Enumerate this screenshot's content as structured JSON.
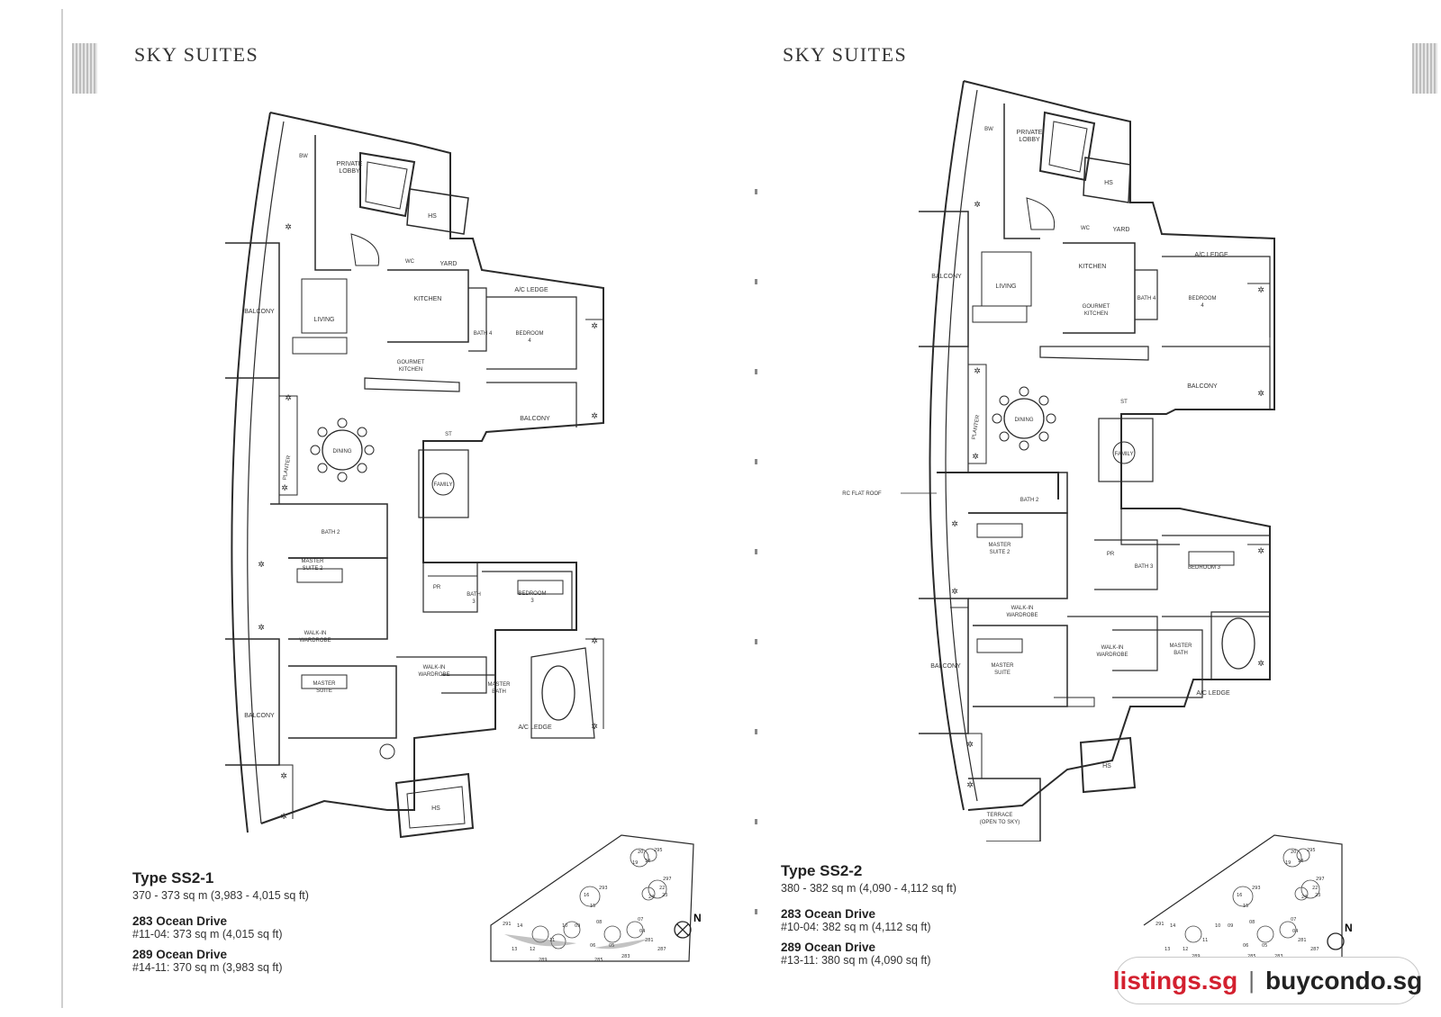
{
  "left_page": {
    "title": "SKY SUITES",
    "plan_labels": {
      "private_lobby": [
        "PRIVATE",
        "LOBBY"
      ],
      "hs": "HS",
      "bw": "BW",
      "yard": "YARD",
      "wc": "WC",
      "kitchen": "KITCHEN",
      "ac_ledge_top": "A/C LEDGE",
      "balcony_top": "BALCONY",
      "living": "LIVING",
      "gourmet_kitchen": [
        "GOURMET",
        "KITCHEN"
      ],
      "bath4": "BATH 4",
      "bedroom4": [
        "BEDROOM",
        "4"
      ],
      "balcony_right": "BALCONY",
      "planter": "PLANTER",
      "dining": "DINING",
      "st": "ST",
      "family": "FAMILY",
      "bath2": "BATH 2",
      "master_suite2": [
        "MASTER",
        "SUITE 2"
      ],
      "pr": "PR",
      "bath3": [
        "BATH",
        "3"
      ],
      "bedroom3": [
        "BEDROOM",
        "3"
      ],
      "walk_in_wardrobe": [
        "WALK-IN",
        "WARDROBE"
      ],
      "balcony_bottom": "BALCONY",
      "master_suite": [
        "MASTER",
        "SUITE"
      ],
      "master_bath": [
        "MASTER",
        "BATH"
      ],
      "ac_ledge_bottom": "A/C LEDGE",
      "hs_bottom": "HS"
    },
    "type_title": "Type SS2-1",
    "type_area": "370 - 373 sq m (3,983 - 4,015 sq ft)",
    "addresses": [
      {
        "name": "283 Ocean Drive",
        "detail": "#11-04: 373 sq m (4,015 sq ft)"
      },
      {
        "name": "289 Ocean Drive",
        "detail": "#14-11: 370 sq m (3,983 sq ft)"
      }
    ],
    "keyplan": {
      "numbers": [
        "20",
        "295",
        "19",
        "18",
        "297",
        "22",
        "23",
        "24",
        "16",
        "293",
        "15",
        "291",
        "14",
        "13",
        "12",
        "11",
        "10",
        "09",
        "08",
        "07",
        "06",
        "05",
        "04",
        "281",
        "283",
        "289",
        "285",
        "287"
      ],
      "north": "N"
    }
  },
  "right_page": {
    "title": "SKY SUITES",
    "plan_labels": {
      "private_lobby": [
        "PRIVATE",
        "LOBBY"
      ],
      "hs": "HS",
      "bw": "BW",
      "yard": "YARD",
      "wc": "WC",
      "kitchen": "KITCHEN",
      "ac_ledge_top": "A/C LEDGE",
      "balcony_top": "BALCONY",
      "living": "LIVING",
      "gourmet_kitchen": [
        "GOURMET",
        "KITCHEN"
      ],
      "bath4": "BATH 4",
      "bedroom4": [
        "BEDROOM",
        "4"
      ],
      "balcony_right": "BALCONY",
      "planter": "PLANTER",
      "dining": "DINING",
      "st": "ST",
      "family": "FAMILY",
      "rc_flat_roof": "RC FLAT ROOF",
      "bath2": "BATH 2",
      "master_suite2": [
        "MASTER",
        "SUITE 2"
      ],
      "pr": "PR",
      "bath3": "BATH 3",
      "bedroom3": "BEDROOM 3",
      "walk_in_wardrobe_upper": [
        "WALK-IN",
        "WARDROBE"
      ],
      "walk_in_wardrobe_lower": [
        "WALK-IN",
        "WARDROBE"
      ],
      "balcony_bottom": "BALCONY",
      "master_suite": [
        "MASTER",
        "SUITE"
      ],
      "master_bath": [
        "MASTER",
        "BATH"
      ],
      "ac_ledge_bottom": "A/C LEDGE",
      "hs_bottom": "HS",
      "terrace": [
        "TERRACE",
        "(OPEN TO SKY)"
      ]
    },
    "type_title": "Type SS2-2",
    "type_area": "380 - 382 sq m (4,090 - 4,112 sq ft)",
    "addresses": [
      {
        "name": "283 Ocean Drive",
        "detail": "#10-04: 382 sq m (4,112 sq ft)"
      },
      {
        "name": "289 Ocean Drive",
        "detail": "#13-11: 380 sq m (4,090 sq ft)"
      }
    ],
    "keyplan": {
      "numbers": [
        "20",
        "295",
        "19",
        "18",
        "297",
        "22",
        "23",
        "24",
        "16",
        "293",
        "15",
        "291",
        "14",
        "13",
        "12",
        "11",
        "10",
        "09",
        "08",
        "07",
        "06",
        "05",
        "04",
        "281",
        "283",
        "289",
        "285",
        "287"
      ],
      "north": "N"
    }
  },
  "watermark": {
    "left": "listings.sg",
    "separator": "|",
    "right": "buycondo.sg",
    "accent_color": "#d3202f"
  }
}
